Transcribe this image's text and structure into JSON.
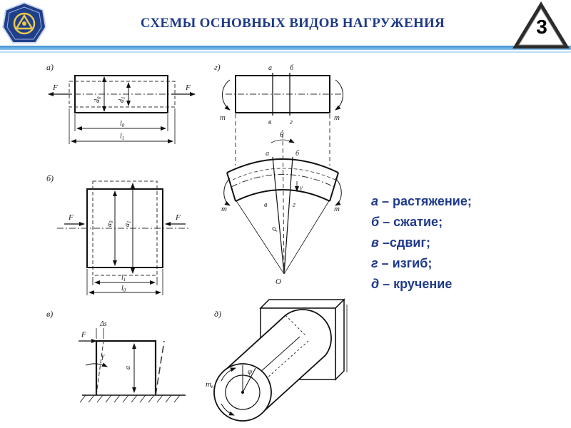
{
  "header": {
    "title": "СХЕМЫ ОСНОВНЫХ ВИДОВ НАГРУЖЕНИЯ",
    "slide_number": "3"
  },
  "colors": {
    "title": "#1e3a8a",
    "legend": "#1e3a8a",
    "header_band": "#3f8fd0",
    "logo_background": "#1f3f8a",
    "logo_emblem": "#e8c84a"
  },
  "legend": {
    "items": [
      {
        "key": "а",
        "text": " – растяжение;"
      },
      {
        "key": "б",
        "text": " – сжатие;"
      },
      {
        "key": " в",
        "text": " –сдвиг;"
      },
      {
        "key": "г",
        "text": " – изгиб;"
      },
      {
        "key": "д",
        "text": " – кручение"
      }
    ]
  },
  "diagram": {
    "panel_a": {
      "letter": "а)",
      "force": "F",
      "force_right": "F",
      "d0": "d",
      "d0_sub": "0",
      "d1": "d",
      "d1_sub": "1",
      "l0": "l",
      "l0_sub": "0",
      "l1": "l",
      "l1_sub": "1"
    },
    "panel_b": {
      "letter": "б)",
      "force": "F",
      "force_right": "F",
      "a0": "a",
      "a0_sub": "0",
      "a1": "a",
      "a1_sub": "1",
      "l1": "l",
      "l1_sub": "1",
      "l0": "l",
      "l0_sub": "0"
    },
    "panel_v": {
      "letter": "в)",
      "force": "F",
      "shift": "Δs",
      "angle": "γ",
      "height": "a"
    },
    "panel_g": {
      "letter": "г)",
      "a": "а",
      "b": "б",
      "v": "в",
      "g": "г",
      "m": "m",
      "theta": "θ",
      "rho": "ρ",
      "y": "y",
      "origin": "O"
    },
    "panel_d": {
      "letter": "д)",
      "moment": "m",
      "moment_sub": "к",
      "phi": "φ"
    }
  }
}
